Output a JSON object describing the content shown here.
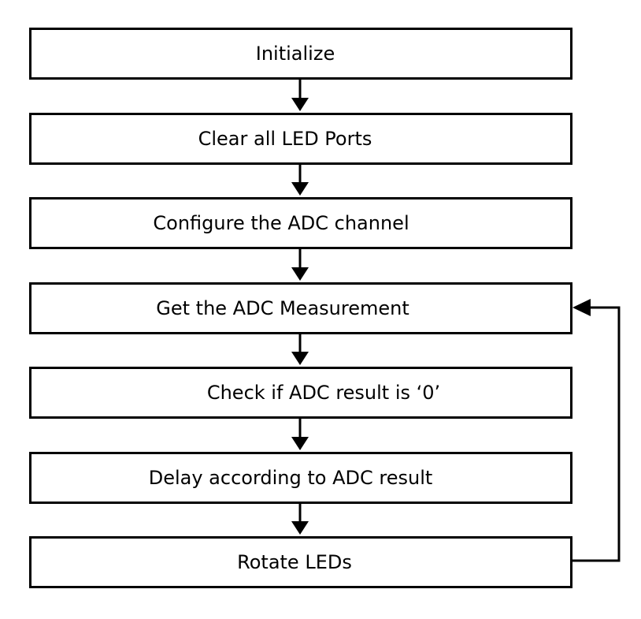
{
  "flowchart": {
    "steps": [
      {
        "id": "initialize",
        "label": "Initialize"
      },
      {
        "id": "clear-led-ports",
        "label": "Clear all LED Ports"
      },
      {
        "id": "configure-adc",
        "label": "Configure the ADC channel"
      },
      {
        "id": "get-adc-measurement",
        "label": "Get the ADC Measurement"
      },
      {
        "id": "check-adc-zero",
        "label": "Check if ADC result is ‘0’"
      },
      {
        "id": "delay-by-adc",
        "label": "Delay according to ADC result"
      },
      {
        "id": "rotate-leds",
        "label": "Rotate LEDs"
      }
    ],
    "edges": [
      {
        "from": "initialize",
        "to": "clear-led-ports"
      },
      {
        "from": "clear-led-ports",
        "to": "configure-adc"
      },
      {
        "from": "configure-adc",
        "to": "get-adc-measurement"
      },
      {
        "from": "get-adc-measurement",
        "to": "check-adc-zero"
      },
      {
        "from": "check-adc-zero",
        "to": "delay-by-adc"
      },
      {
        "from": "delay-by-adc",
        "to": "rotate-leds"
      },
      {
        "from": "rotate-leds",
        "to": "get-adc-measurement",
        "type": "loop-back"
      }
    ],
    "colors": {
      "stroke": "#000000",
      "fill": "#ffffff",
      "text": "#000000"
    }
  }
}
